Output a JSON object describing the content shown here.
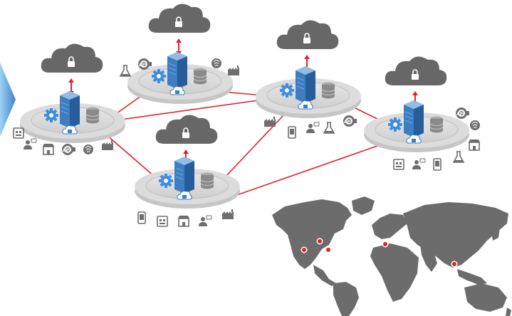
{
  "diagram": {
    "colors": {
      "link": "#e32028",
      "platform": "#d9d9d9",
      "platform_ring": "#c2c2c2",
      "cloud": "#666666",
      "server": "#3f7fc4",
      "server_side": "#2d5f99",
      "gear": "#3d8ee0",
      "icon": "#6e6e6e",
      "map_land": "#6c6c6c",
      "map_marker": "#e32028",
      "arrow_chevron": "#5aa2d8"
    },
    "icon_text": {
      "api": "API"
    },
    "nodes": [
      {
        "id": "node-west",
        "icons": [
          "store-icon",
          "person-chat-icon",
          "shop-icon",
          "api-icon",
          "fingerprint-icon",
          "factory-icon"
        ]
      },
      {
        "id": "node-north",
        "icons": [
          "lab-flask-icon",
          "api-icon",
          "fingerprint-icon",
          "factory-icon"
        ]
      },
      {
        "id": "node-center",
        "icons": [
          "factory-icon",
          "mobile-icon",
          "person-chat-icon",
          "lab-flask-icon",
          "api-icon"
        ]
      },
      {
        "id": "node-south",
        "icons": [
          "mobile-icon",
          "store-icon",
          "shop-icon",
          "person-chat-icon",
          "factory-icon"
        ]
      },
      {
        "id": "node-east",
        "icons": [
          "api-icon",
          "fingerprint-icon",
          "shop-icon",
          "store-icon",
          "person-chat-icon",
          "mobile-icon",
          "lab-flask-icon"
        ]
      }
    ],
    "links": [
      [
        "node-west",
        "node-north"
      ],
      [
        "node-west",
        "node-center"
      ],
      [
        "node-west",
        "node-south"
      ],
      [
        "node-north",
        "node-center"
      ],
      [
        "node-center",
        "node-south"
      ],
      [
        "node-center",
        "node-east"
      ],
      [
        "node-south",
        "node-east"
      ]
    ],
    "map_markers": [
      "marker-us-west",
      "marker-us-central",
      "marker-us-east",
      "marker-europe",
      "marker-asia"
    ]
  }
}
